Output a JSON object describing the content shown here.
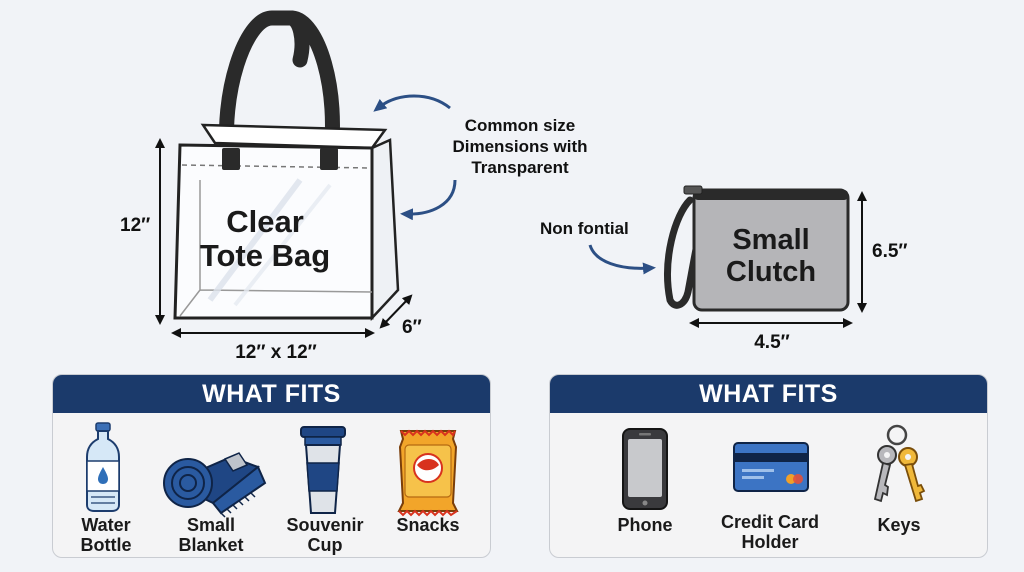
{
  "tote": {
    "title_line1": "Clear",
    "title_line2": "Tote Bag",
    "height_label": "12″",
    "width_label": "12″ x 12″",
    "depth_label": "6″"
  },
  "annotation": {
    "line1": "Common size",
    "line2": "Dimensions with",
    "line3": "Transparent"
  },
  "clutch": {
    "title_line1": "Small",
    "title_line2": "Clutch",
    "height_label": "6.5″",
    "width_label": "4.5″",
    "side_note": "Non fontial"
  },
  "left_panel": {
    "header": "WHAT FITS",
    "items": [
      {
        "icon": "water-bottle-icon",
        "line1": "Water",
        "line2": "Bottle"
      },
      {
        "icon": "blanket-icon",
        "line1": "Small",
        "line2": "Blanket"
      },
      {
        "icon": "cup-icon",
        "line1": "Souvenir",
        "line2": "Cup"
      },
      {
        "icon": "snack-icon",
        "line1": "Snacks",
        "line2": ""
      }
    ]
  },
  "right_panel": {
    "header": "WHAT FITS",
    "items": [
      {
        "icon": "phone-icon",
        "line1": "Phone",
        "line2": ""
      },
      {
        "icon": "credit-card-icon",
        "line1": "Credit Card",
        "line2": "Holder"
      },
      {
        "icon": "keys-icon",
        "line1": "Keys",
        "line2": ""
      }
    ]
  },
  "colors": {
    "background": "#f1f3f7",
    "header_navy": "#1b3a6b",
    "arrow_blue": "#2c4f85",
    "clutch_gray": "#b5b5b8"
  }
}
